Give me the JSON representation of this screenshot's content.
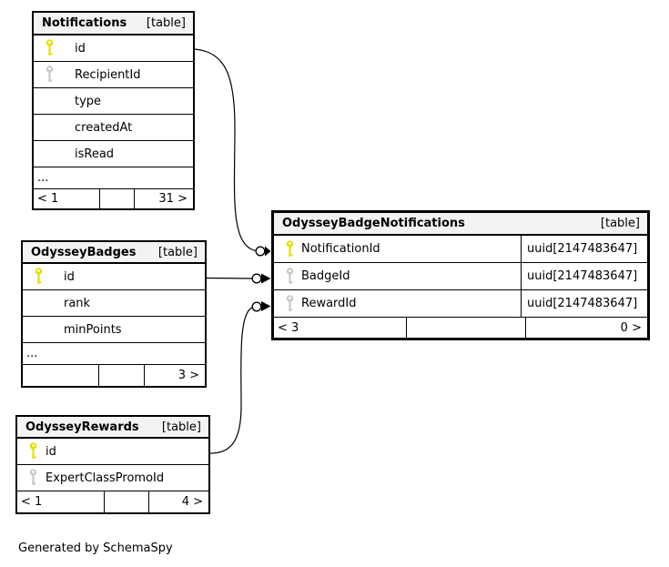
{
  "page": {
    "footer_note": "Generated by SchemaSpy",
    "background_color": "#ffffff"
  },
  "colors": {
    "table_border": "#000000",
    "header_background": "#f3f3f3",
    "row_background": "#ffffff",
    "primary_key": "#e2e200",
    "foreign_key": "#c9c9c9",
    "relationship_line": "#000000"
  },
  "tables": [
    {
      "name": "Notifications",
      "tag": "[table]",
      "emphasized": false,
      "columns": [
        {
          "label": "id",
          "key": "primary"
        },
        {
          "label": "RecipientId",
          "key": "foreign"
        },
        {
          "label": "type",
          "key": null
        },
        {
          "label": "createdAt",
          "key": null
        },
        {
          "label": "isRead",
          "key": null
        }
      ],
      "ellipsis_label": "...",
      "footer": {
        "left": "< 1",
        "middle": "",
        "right": "31 >"
      }
    },
    {
      "name": "OdysseyBadges",
      "tag": "[table]",
      "emphasized": false,
      "columns": [
        {
          "label": "id",
          "key": "primary"
        },
        {
          "label": "rank",
          "key": null
        },
        {
          "label": "minPoints",
          "key": null
        }
      ],
      "ellipsis_label": "...",
      "footer": {
        "left": "",
        "middle": "",
        "right": "3 >"
      }
    },
    {
      "name": "OdysseyRewards",
      "tag": "[table]",
      "emphasized": false,
      "columns": [
        {
          "label": "id",
          "key": "primary"
        },
        {
          "label": "ExpertClassPromoId",
          "key": "foreign"
        }
      ],
      "ellipsis_label": null,
      "footer": {
        "left": "< 1",
        "middle": "",
        "right": "4 >"
      }
    },
    {
      "name": "OdysseyBadgeNotifications",
      "tag": "[table]",
      "emphasized": true,
      "columns": [
        {
          "label": "NotificationId",
          "key": "primary",
          "type": "uuid[2147483647]"
        },
        {
          "label": "BadgeId",
          "key": "foreign",
          "type": "uuid[2147483647]"
        },
        {
          "label": "RewardId",
          "key": "foreign",
          "type": "uuid[2147483647]"
        }
      ],
      "ellipsis_label": null,
      "footer": {
        "left": "< 3",
        "middle": "",
        "right": "0 >"
      }
    }
  ],
  "relationships": [
    {
      "from_table": "Notifications",
      "from_column": "id",
      "to_table": "OdysseyBadgeNotifications",
      "to_column": "NotificationId"
    },
    {
      "from_table": "OdysseyBadges",
      "from_column": "id",
      "to_table": "OdysseyBadgeNotifications",
      "to_column": "BadgeId"
    },
    {
      "from_table": "OdysseyRewards",
      "from_column": "id",
      "to_table": "OdysseyBadgeNotifications",
      "to_column": "RewardId"
    }
  ]
}
